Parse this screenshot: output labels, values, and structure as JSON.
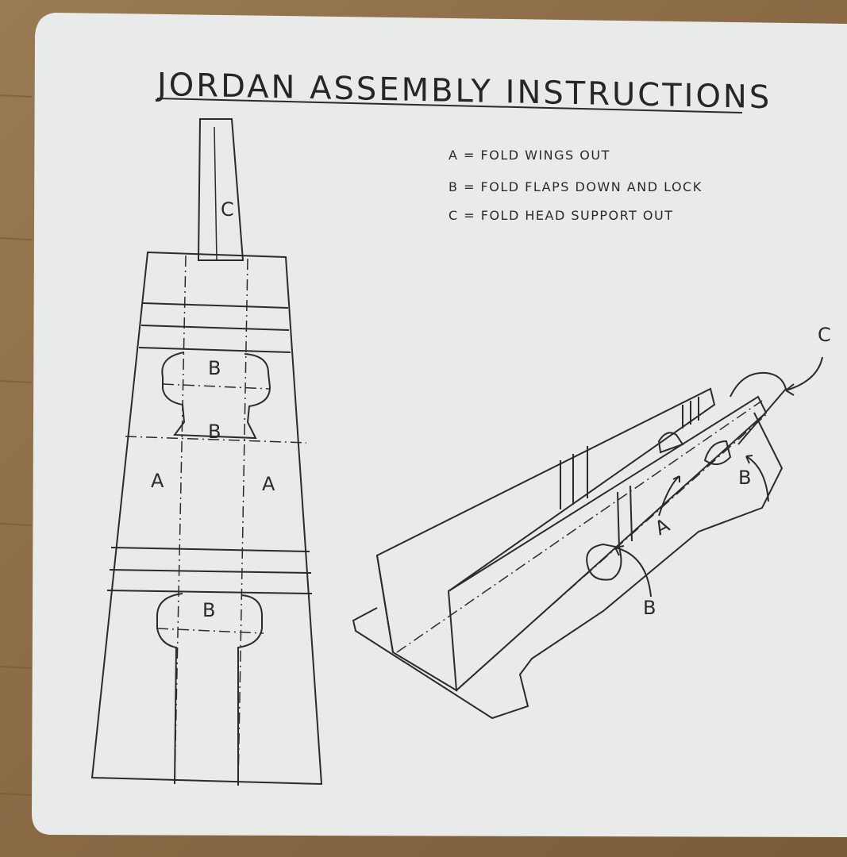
{
  "title": "JORDAN ASSEMBLY INSTRUCTIONS",
  "legend": [
    "A = FOLD WINGS OUT",
    "B = FOLD FLAPS DOWN AND LOCK",
    "C = FOLD HEAD SUPPORT OUT"
  ],
  "labels": {
    "flat_c": "C",
    "flat_b_top": "B",
    "flat_b_tab": "B",
    "flat_a_left": "A",
    "flat_a_right": "A",
    "flat_b_bottom": "B",
    "iso_c": "C",
    "iso_b_right": "B",
    "iso_a": "A",
    "iso_b_bottom": "B"
  },
  "colors": {
    "card": "#e9eaea",
    "ink": "#2b2b2b",
    "wood": "#8a6a45"
  }
}
